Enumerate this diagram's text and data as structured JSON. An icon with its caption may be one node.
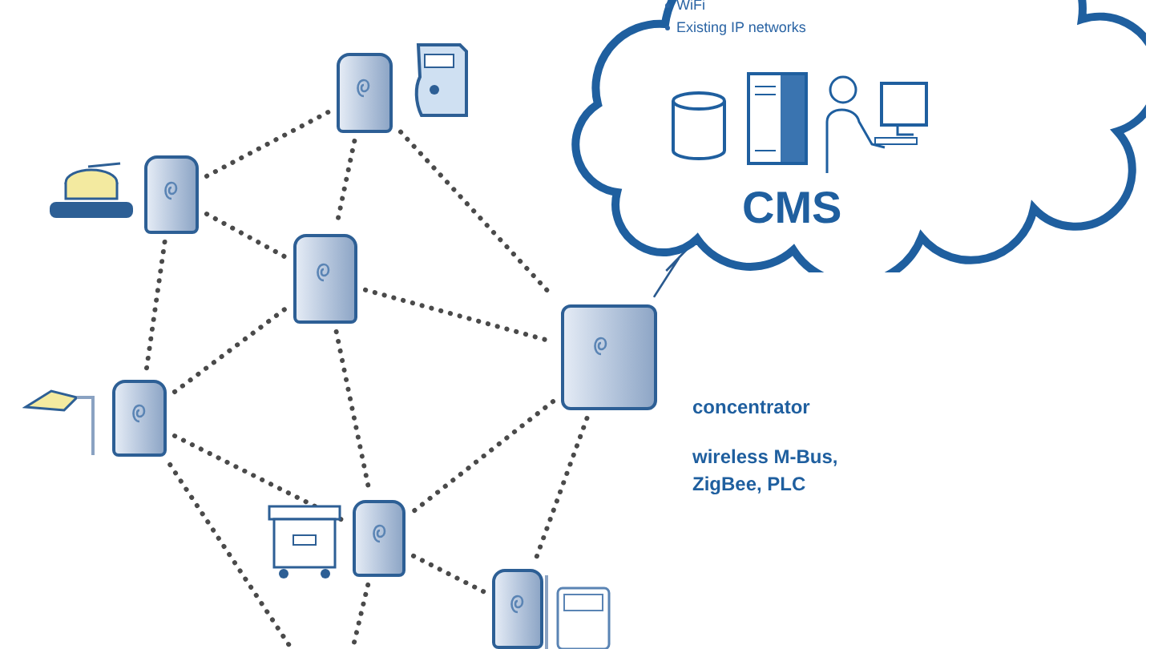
{
  "diagram": {
    "nodes": [
      {
        "text": [],
        "shape": "box"
      },
      {
        "text": [],
        "shape": "box"
      },
      {
        "text": [],
        "shape": "box"
      },
      {
        "text": [],
        "shape": "box"
      },
      {
        "text": [],
        "shape": "box"
      },
      {
        "text": [],
        "shape": "box"
      },
      {
        "text": [],
        "shape": "box",
        "beside": [
          "concentrator",
          "wireless M-Bus, ZigBee, PLC"
        ]
      },
      {
        "text": [
          "WiFi",
          "Existing IP networks",
          "CMS"
        ]
      }
    ],
    "edges": [
      {
        "from": 1,
        "to": 0,
        "arrow": "none",
        "style": "dashed"
      },
      {
        "from": 0,
        "to": 2,
        "arrow": "none",
        "style": "dashed"
      },
      {
        "from": 0,
        "to": 6,
        "arrow": "none",
        "style": "dashed"
      },
      {
        "from": 1,
        "to": 2,
        "arrow": "none",
        "style": "dashed"
      },
      {
        "from": 1,
        "to": 3,
        "arrow": "none",
        "style": "dashed"
      },
      {
        "from": 3,
        "to": 2,
        "arrow": "none",
        "style": "dashed"
      },
      {
        "from": 2,
        "to": 6,
        "arrow": "none",
        "style": "dashed"
      },
      {
        "from": 2,
        "to": 4,
        "arrow": "none",
        "style": "dashed"
      },
      {
        "from": 3,
        "to": 4,
        "arrow": "none",
        "style": "dashed"
      },
      {
        "from": 6,
        "to": 4,
        "arrow": "none",
        "style": "dashed"
      },
      {
        "from": 4,
        "to": 5,
        "arrow": "none",
        "style": "dashed"
      },
      {
        "from": 6,
        "to": 5,
        "arrow": "none",
        "style": "dashed"
      },
      {
        "from": 3,
        "to": null,
        "arrow": "none",
        "style": "dashed"
      },
      {
        "from": 4,
        "to": null,
        "arrow": "none",
        "style": "dashed"
      },
      {
        "from": 6,
        "to": 7,
        "arrow": "none"
      }
    ]
  }
}
